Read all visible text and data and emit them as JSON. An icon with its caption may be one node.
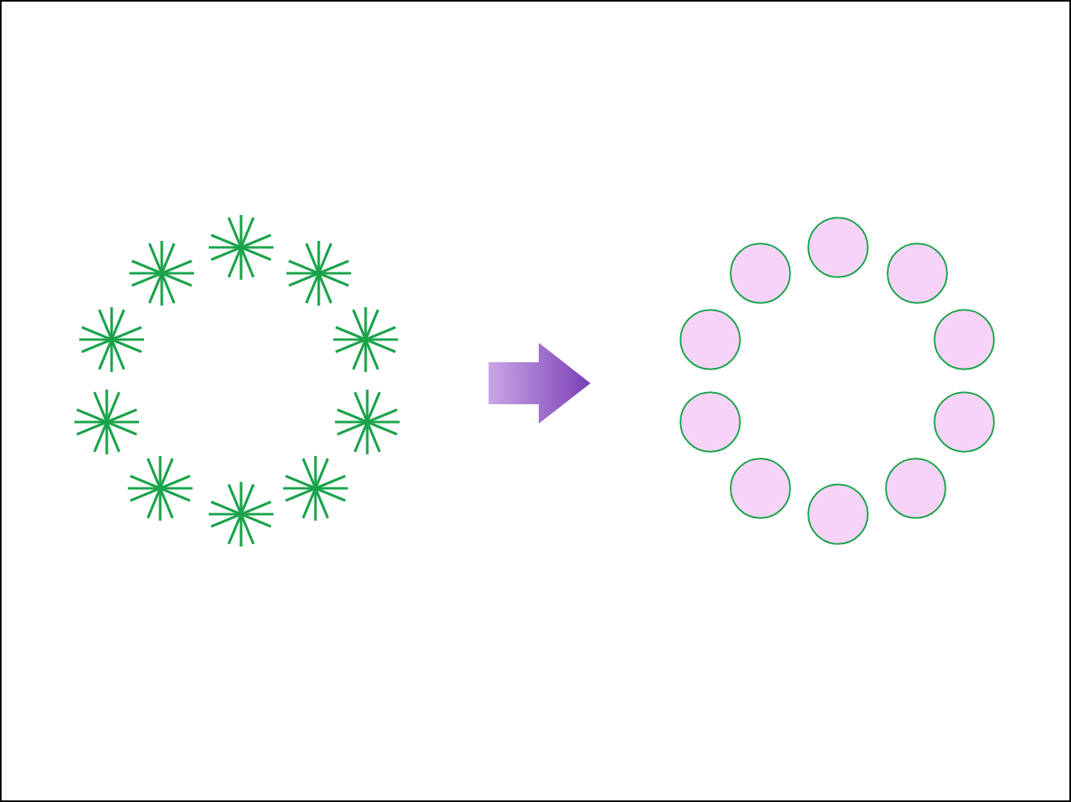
{
  "diagram": {
    "nodes": [
      {
        "text": [],
        "shape": "star"
      },
      {
        "text": [],
        "shape": "star"
      },
      {
        "text": [],
        "shape": "star"
      },
      {
        "text": [],
        "shape": "star"
      },
      {
        "text": [],
        "shape": "star"
      },
      {
        "text": [],
        "shape": "star"
      },
      {
        "text": [],
        "shape": "star"
      },
      {
        "text": [],
        "shape": "star"
      },
      {
        "text": [],
        "shape": "star"
      },
      {
        "text": [],
        "shape": "star"
      },
      {
        "text": [],
        "shape": "circle"
      },
      {
        "text": [],
        "shape": "circle"
      },
      {
        "text": [],
        "shape": "circle"
      },
      {
        "text": [],
        "shape": "circle"
      },
      {
        "text": [],
        "shape": "circle"
      },
      {
        "text": [],
        "shape": "circle"
      },
      {
        "text": [],
        "shape": "circle"
      },
      {
        "text": [],
        "shape": "circle"
      },
      {
        "text": [],
        "shape": "circle"
      },
      {
        "text": [],
        "shape": "circle"
      }
    ],
    "edges": [
      {
        "from": 4,
        "to": 13,
        "arrow": "to",
        "style": "thick"
      }
    ]
  }
}
